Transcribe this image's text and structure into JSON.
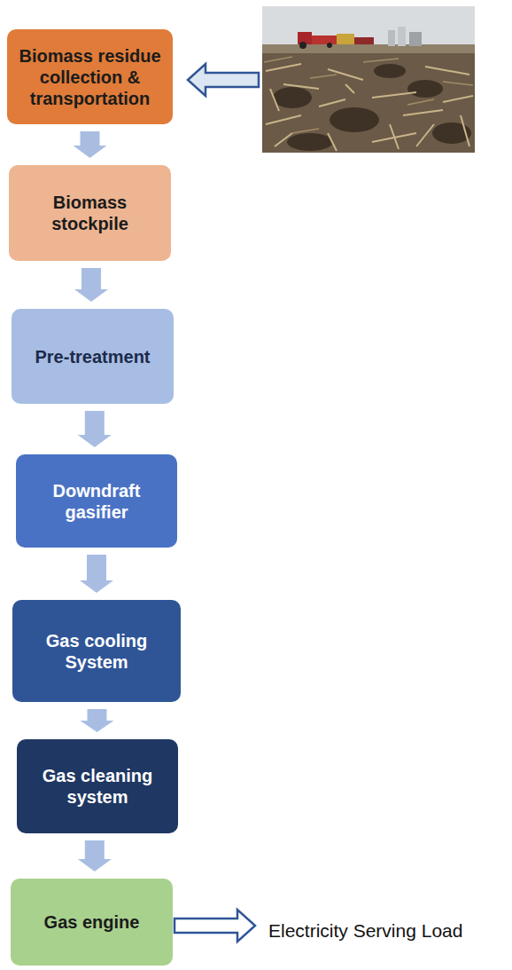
{
  "diagram": {
    "nodes": [
      {
        "text": [
          "Biomass residue collection & transportation"
        ]
      },
      {
        "text": [
          "Biomass stockpile"
        ]
      },
      {
        "text": [
          "Pre-treatment"
        ]
      },
      {
        "text": [
          "Downdraft gasifier"
        ]
      },
      {
        "text": [
          "Gas cooling System"
        ]
      },
      {
        "text": [
          "Gas cleaning system"
        ]
      },
      {
        "text": [
          "Gas engine"
        ]
      }
    ],
    "edges": [
      {
        "from": 0,
        "to": 1,
        "arrow": "to"
      },
      {
        "from": 1,
        "to": 2,
        "arrow": "to"
      },
      {
        "from": 2,
        "to": 3,
        "arrow": "to"
      },
      {
        "from": 3,
        "to": 4,
        "arrow": "to"
      },
      {
        "from": 4,
        "to": 5,
        "arrow": "to"
      },
      {
        "from": 5,
        "to": 6,
        "arrow": "to"
      }
    ],
    "labels": [
      "Electricity Serving Load"
    ]
  }
}
